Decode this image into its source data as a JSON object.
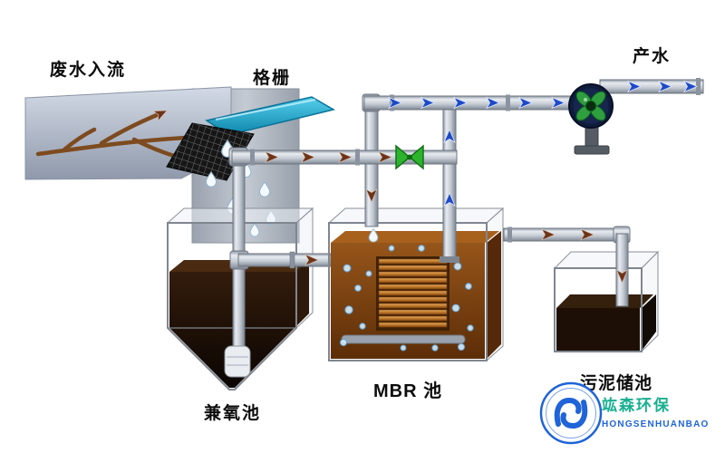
{
  "diagram": {
    "type": "wastewater-treatment-process-flow",
    "labels": {
      "inflow": "废水入流",
      "screen": "格栅",
      "product_water": "产水",
      "anoxic_tank": "兼氧池",
      "mbr_tank": "MBR 池",
      "sludge_tank": "污泥储池"
    },
    "watermark": {
      "brand": "竑森环保",
      "brand_en": "HONGSENHUANBAO"
    },
    "colors": {
      "pipe": "#c3c9d2",
      "pipe_edge": "#6d7580",
      "arrow_blue": "#1d49c8",
      "arrow_brown": "#6e3318",
      "valve": "#2db32d",
      "screen_blue": "#2ab6dc",
      "anoxic_liquid": "#140a04",
      "mbr_liquid": "#7a3f0e",
      "membrane": "#c07a2e",
      "sludge": "#1d0f05",
      "pump_blade": "#2f9e3f",
      "brand_teal": "#19b091",
      "brand_blue": "#1f64d8"
    }
  }
}
